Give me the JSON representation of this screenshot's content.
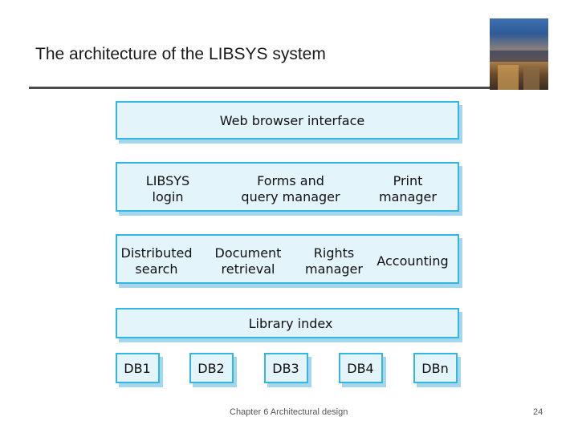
{
  "slide": {
    "title": "The architecture of the LIBSYS system",
    "footer_text": "Chapter 6 Architectural design",
    "page_number": "24"
  },
  "diagram": {
    "layer1": {
      "label": "Web browser interface"
    },
    "layer2": [
      "LIBSYS\nlogin",
      "Forms and\nquery manager",
      "Print\nmanager"
    ],
    "layer3": [
      "Distributed\nsearch",
      "Document\nretrieval",
      "Rights\nmanager",
      "Accounting"
    ],
    "layer4": {
      "label": "Library index"
    },
    "databases": [
      "DB1",
      "DB2",
      "DB3",
      "DB4",
      "DBn"
    ],
    "colors": {
      "box_fill": "#e3f4fb",
      "box_border": "#35b6e2",
      "box_shadow": "#a3d7ee"
    }
  }
}
